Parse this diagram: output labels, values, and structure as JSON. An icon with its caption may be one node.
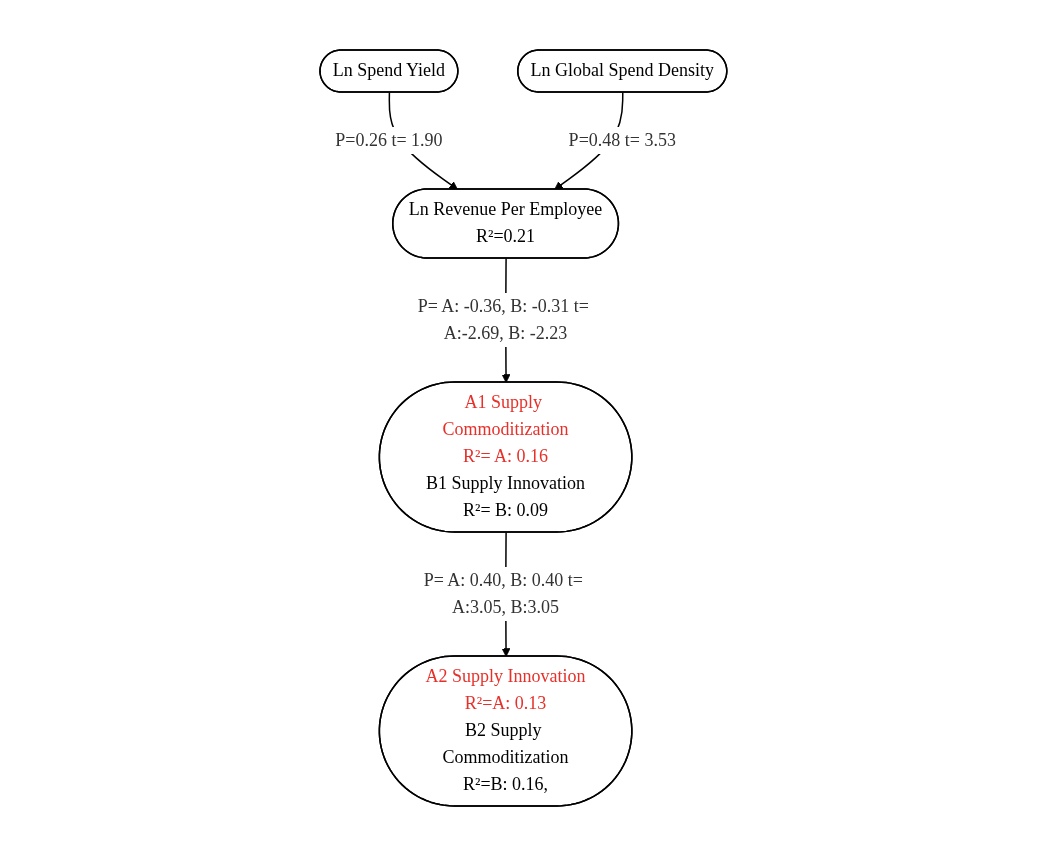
{
  "diagram": {
    "nodes": [
      {
        "text": [
          "Ln Spend Yield"
        ]
      },
      {
        "text": [
          "Ln Global Spend Density"
        ]
      },
      {
        "text": [
          "Ln Revenue Per Employee",
          "R²=0.21"
        ]
      },
      {
        "text": [
          "A1 Supply Commoditization",
          "R²= A: 0.16",
          "B1 Supply Innovation",
          "R²= B: 0.09"
        ]
      },
      {
        "text": [
          "A2 Supply Innovation",
          "R²=A: 0.13",
          "B2 Supply Commoditization",
          "R²=B: 0.16,"
        ]
      }
    ],
    "edges": [
      {
        "from": 0,
        "to": 2,
        "arrow": "to",
        "label": "P=0.26 t= 1.90"
      },
      {
        "from": 1,
        "to": 2,
        "arrow": "to",
        "label": "P=0.48 t= 3.53"
      },
      {
        "from": 2,
        "to": 3,
        "arrow": "to",
        "label": "P= A: -0.36, B: -0.31 t= A:-2.69, B: -2.23"
      },
      {
        "from": 3,
        "to": 4,
        "arrow": "to",
        "label": "P= A: 0.40, B: 0.40 t= A:3.05, B:3.05"
      }
    ]
  }
}
